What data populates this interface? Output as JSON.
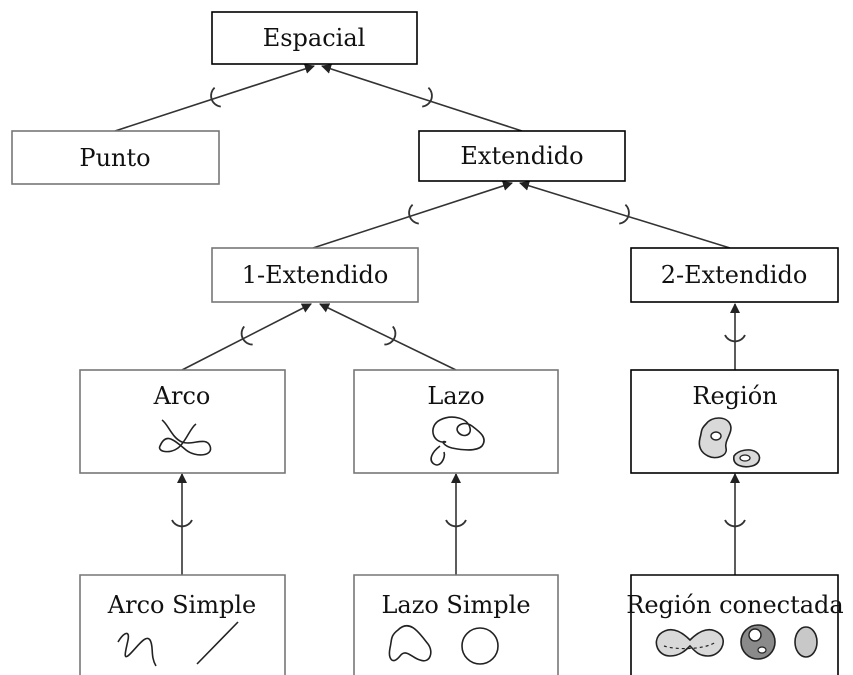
{
  "nodes": {
    "espacial": "Espacial",
    "punto": "Punto",
    "extendido": "Extendido",
    "uno_extendido": "1-Extendido",
    "dos_extendido": "2-Extendido",
    "arco": "Arco",
    "lazo": "Lazo",
    "region": "Región",
    "arco_simple": "Arco Simple",
    "lazo_simple": "Lazo Simple",
    "region_conectada": "Región conectada"
  },
  "colors": {
    "line": "#333333",
    "box_border_strong": "#000000",
    "box_border_light": "#777777",
    "region_fill": "#d9d9d9",
    "region_fill_dark": "#8a8a8a"
  }
}
